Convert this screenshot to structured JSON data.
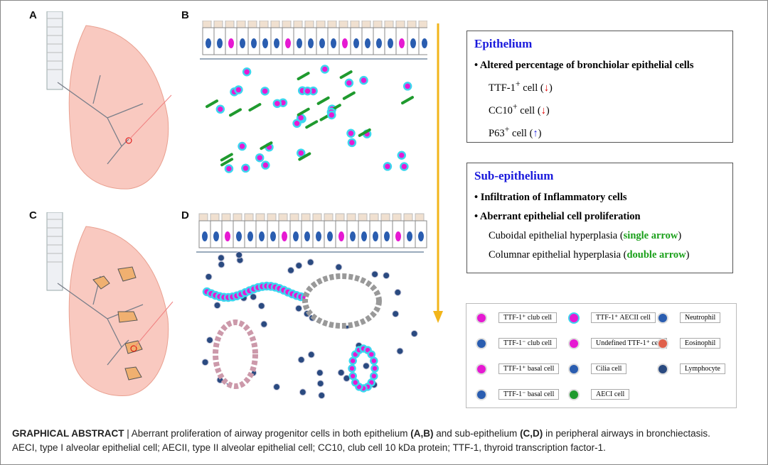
{
  "panels": {
    "a": "A",
    "b": "B",
    "c": "C",
    "d": "D"
  },
  "epithelium": {
    "title": "Epithelium",
    "bullet": "Altered percentage of bronchiolar epithelial cells",
    "items": [
      {
        "name": "TTF-1",
        "sup": "+",
        "rest": " cell (",
        "arrow": "↓",
        "end": ")"
      },
      {
        "name": "CC10",
        "sup": "+",
        "rest": " cell (",
        "arrow": "↓",
        "end": ")"
      },
      {
        "name": "P63",
        "sup": "+",
        "rest": " cell (",
        "arrow": "↑",
        "end": ")"
      }
    ]
  },
  "subepithelium": {
    "title": "Sub-epithelium",
    "bullets": [
      "Infiltration of Inflammatory cells",
      "Aberrant epithelial cell proliferation"
    ],
    "items": [
      {
        "text": "Cuboidal epithelial hyperplasia (",
        "hl": "single arrow",
        "end": ")"
      },
      {
        "text": "Columnar epithelial hyperplasia (",
        "hl": "double arrow",
        "end": ")"
      }
    ]
  },
  "legend": [
    "TTF-1⁺ club cell",
    "TTF-1⁻ club cell",
    "TTF-1⁺ basal cell",
    "TTF-1⁻ basal cell",
    "TTF-1⁺ AECII cell",
    "Undefined  TTF-1⁺ cell",
    "Cilia cell",
    "AECI cell",
    "Neutrophil",
    "Eosinophil",
    "Lymphocyte"
  ],
  "caption": {
    "head": "GRAPHICAL ABSTRACT",
    "sep": " | ",
    "t1": "Aberrant proliferation of airway progenitor cells in both epithelium ",
    "b1": "(A,B)",
    "t2": " and sub-epithelium ",
    "b2": "(C,D)",
    "t3": " in peripheral airways in bronchiectasis.",
    "line2": "AECI, type I alveolar epithelial cell; AECII, type II alveolar epithelial cell; CC10, club cell 10 kDa protein; TTF-1, thyroid transcription factor-1."
  },
  "colors": {
    "lung": "#f9c9c0",
    "arrow": "#f2b51a",
    "magenta": "#e619d2",
    "cyan": "#3cd6ef",
    "green": "#1f9a2e",
    "blue": "#2a5db0"
  }
}
